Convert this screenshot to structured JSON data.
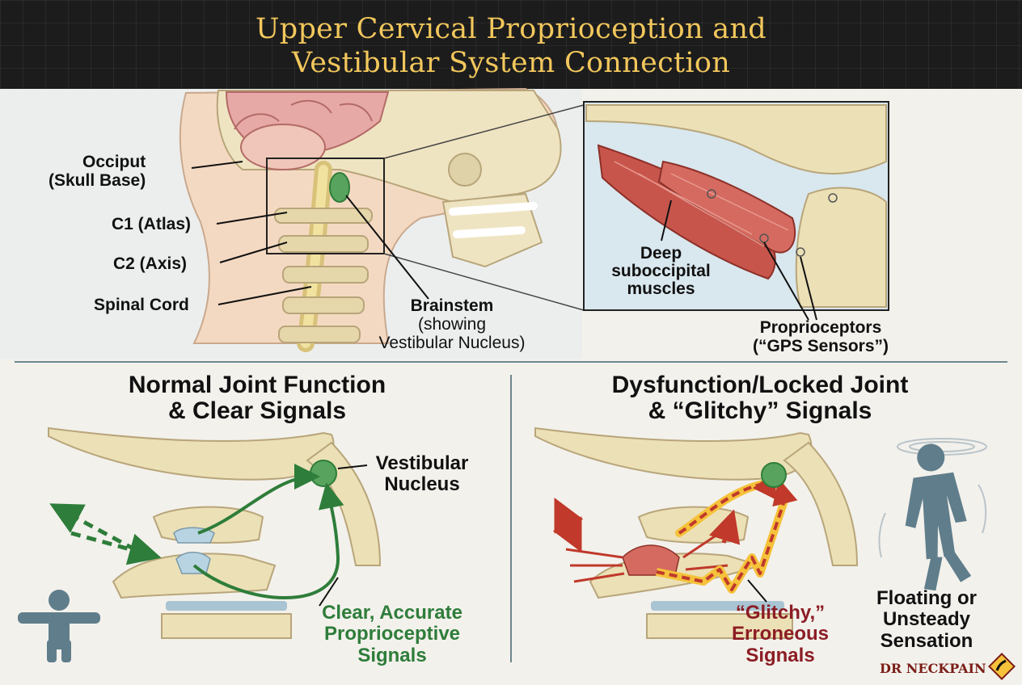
{
  "title": {
    "line1": "Upper Cervical Proprioception and",
    "line2": "Vestibular System Connection"
  },
  "anatomy": {
    "occiput_line1": "Occiput",
    "occiput_line2": "(Skull Base)",
    "c1": "C1 (Atlas)",
    "c2": "C2 (Axis)",
    "spinal_cord": "Spinal Cord",
    "brainstem": "Brainstem",
    "brainstem_note1": "(showing",
    "brainstem_note2": "Vestibular Nucleus)",
    "muscles_line1": "Deep",
    "muscles_line2": "suboccipital",
    "muscles_line3": "muscles",
    "proprio_line1": "Proprioceptors",
    "proprio_line2": "(“GPS Sensors”)"
  },
  "normal": {
    "heading_line1": "Normal Joint Function",
    "heading_line2": "& Clear Signals",
    "nucleus_line1": "Vestibular",
    "nucleus_line2": "Nucleus",
    "signal_line1": "Clear, Accurate",
    "signal_line2": "Proprioceptive",
    "signal_line3": "Signals"
  },
  "dysfunction": {
    "heading_line1": "Dysfunction/Locked Joint",
    "heading_line2": "& “Glitchy” Signals",
    "signal_line1": "“Glitchy,”",
    "signal_line2": "Erroneous",
    "signal_line3": "Signals",
    "sensation_line1": "Floating or",
    "sensation_line2": "Unsteady",
    "sensation_line3": "Sensation"
  },
  "brand": "DR NECKPAIN",
  "colors": {
    "title": "#f2c75c",
    "header_bg": "#1c1c1c",
    "bone": "#ecdfb6",
    "muscle": "#c8554c",
    "nucleus": "#58a45e",
    "clear_signal": "#2e7d3a",
    "glitchy_signal": "#c0392b",
    "glitch_glow": "#f5c23a",
    "figure": "#607d8b"
  }
}
